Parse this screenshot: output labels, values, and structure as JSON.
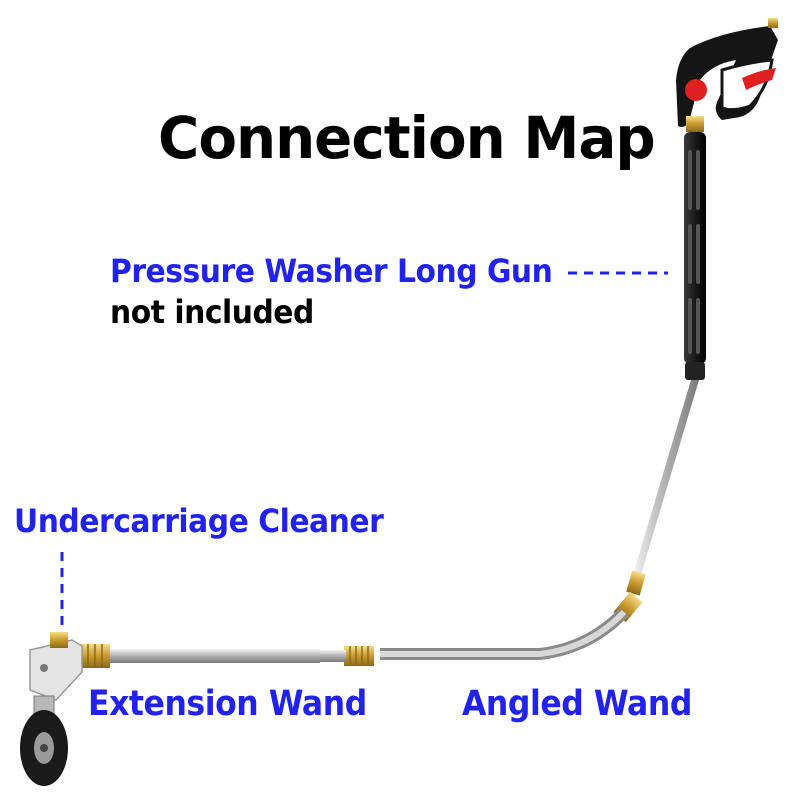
{
  "title": "Connection Map",
  "labels": {
    "long_gun": "Pressure Washer Long Gun",
    "long_gun_note": "not included",
    "undercarriage": "Undercarriage Cleaner",
    "extension_wand": "Extension Wand",
    "angled_wand": "Angled Wand"
  },
  "colors": {
    "label_blue": "#2222ee",
    "title_black": "#000000",
    "steel": "#c8c8c8",
    "brass": "#d4a83a",
    "gun_black": "#1a1a1a",
    "trigger_red": "#e02020"
  }
}
